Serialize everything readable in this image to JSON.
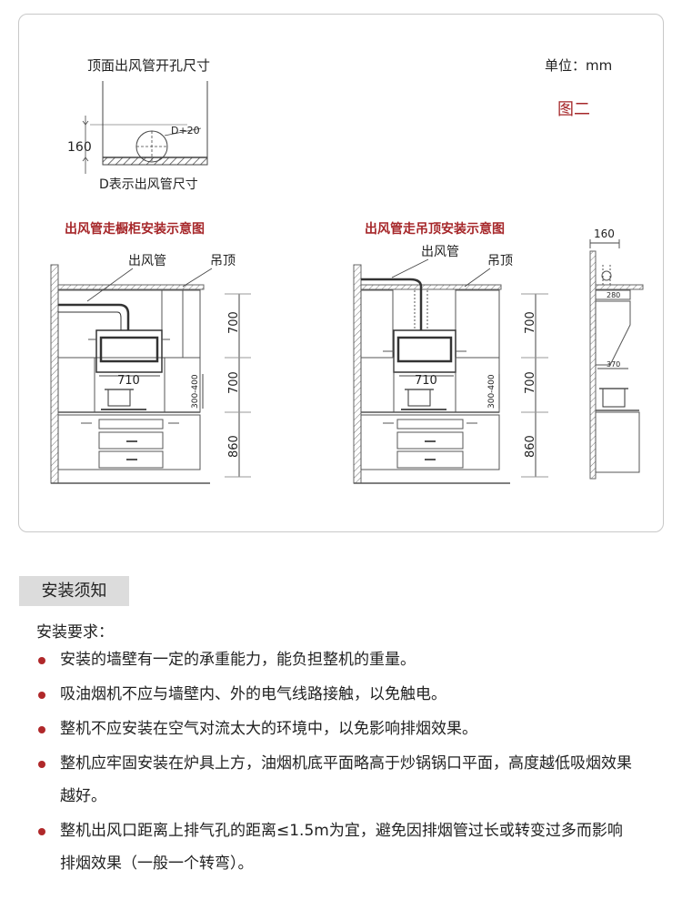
{
  "colors": {
    "accent": "#a6272a",
    "line": "#444444",
    "light_line": "#8a8a8a",
    "header_bg": "#dcdcdc",
    "bullet": "#b0282a"
  },
  "diagram": {
    "top_title": "顶面出风管开孔尺寸",
    "unit": "单位：mm",
    "fig_label": "图二",
    "dim_160": "160",
    "d_plus": "D+20",
    "d_note": "D表示出风管尺寸",
    "left_title": "出风管走橱柜安装示意图",
    "right_title": "出风管走吊顶安装示意图",
    "label_duct": "出风管",
    "label_ceiling": "吊顶",
    "dim_700": "700",
    "dim_710": "710",
    "dim_300_400": "300-400",
    "dim_860": "860",
    "side_160": "160",
    "side_280": "280",
    "side_370": "370"
  },
  "section": {
    "title": "安装须知"
  },
  "requirements": {
    "heading": "安装要求：",
    "items": [
      "安装的墙壁有一定的承重能力，能负担整机的重量。",
      "吸油烟机不应与墙壁内、外的电气线路接触，以免触电。",
      "整机不应安装在空气对流太大的环境中，以免影响排烟效果。",
      "整机应牢固安装在炉具上方，油烟机底平面略高于炒锅锅口平面，高度越低吸烟效果越好。",
      "整机出风口距离上排气孔的距离≤1.5m为宜，避免因排烟管过长或转变过多而影响排烟效果（一般一个转弯）。"
    ]
  }
}
